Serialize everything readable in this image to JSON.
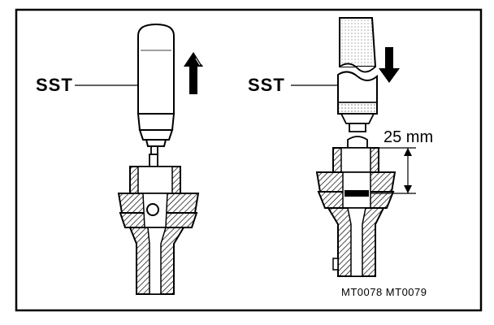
{
  "labels": {
    "left_tool": "SST",
    "right_tool": "SST",
    "dimension": "25 mm",
    "figure_code": "MT0078 MT0079"
  },
  "colors": {
    "ink": "#000000",
    "paper": "#ffffff"
  },
  "icons": {
    "left_arrow": "arrow-up-icon",
    "right_arrow": "arrow-down-icon"
  }
}
